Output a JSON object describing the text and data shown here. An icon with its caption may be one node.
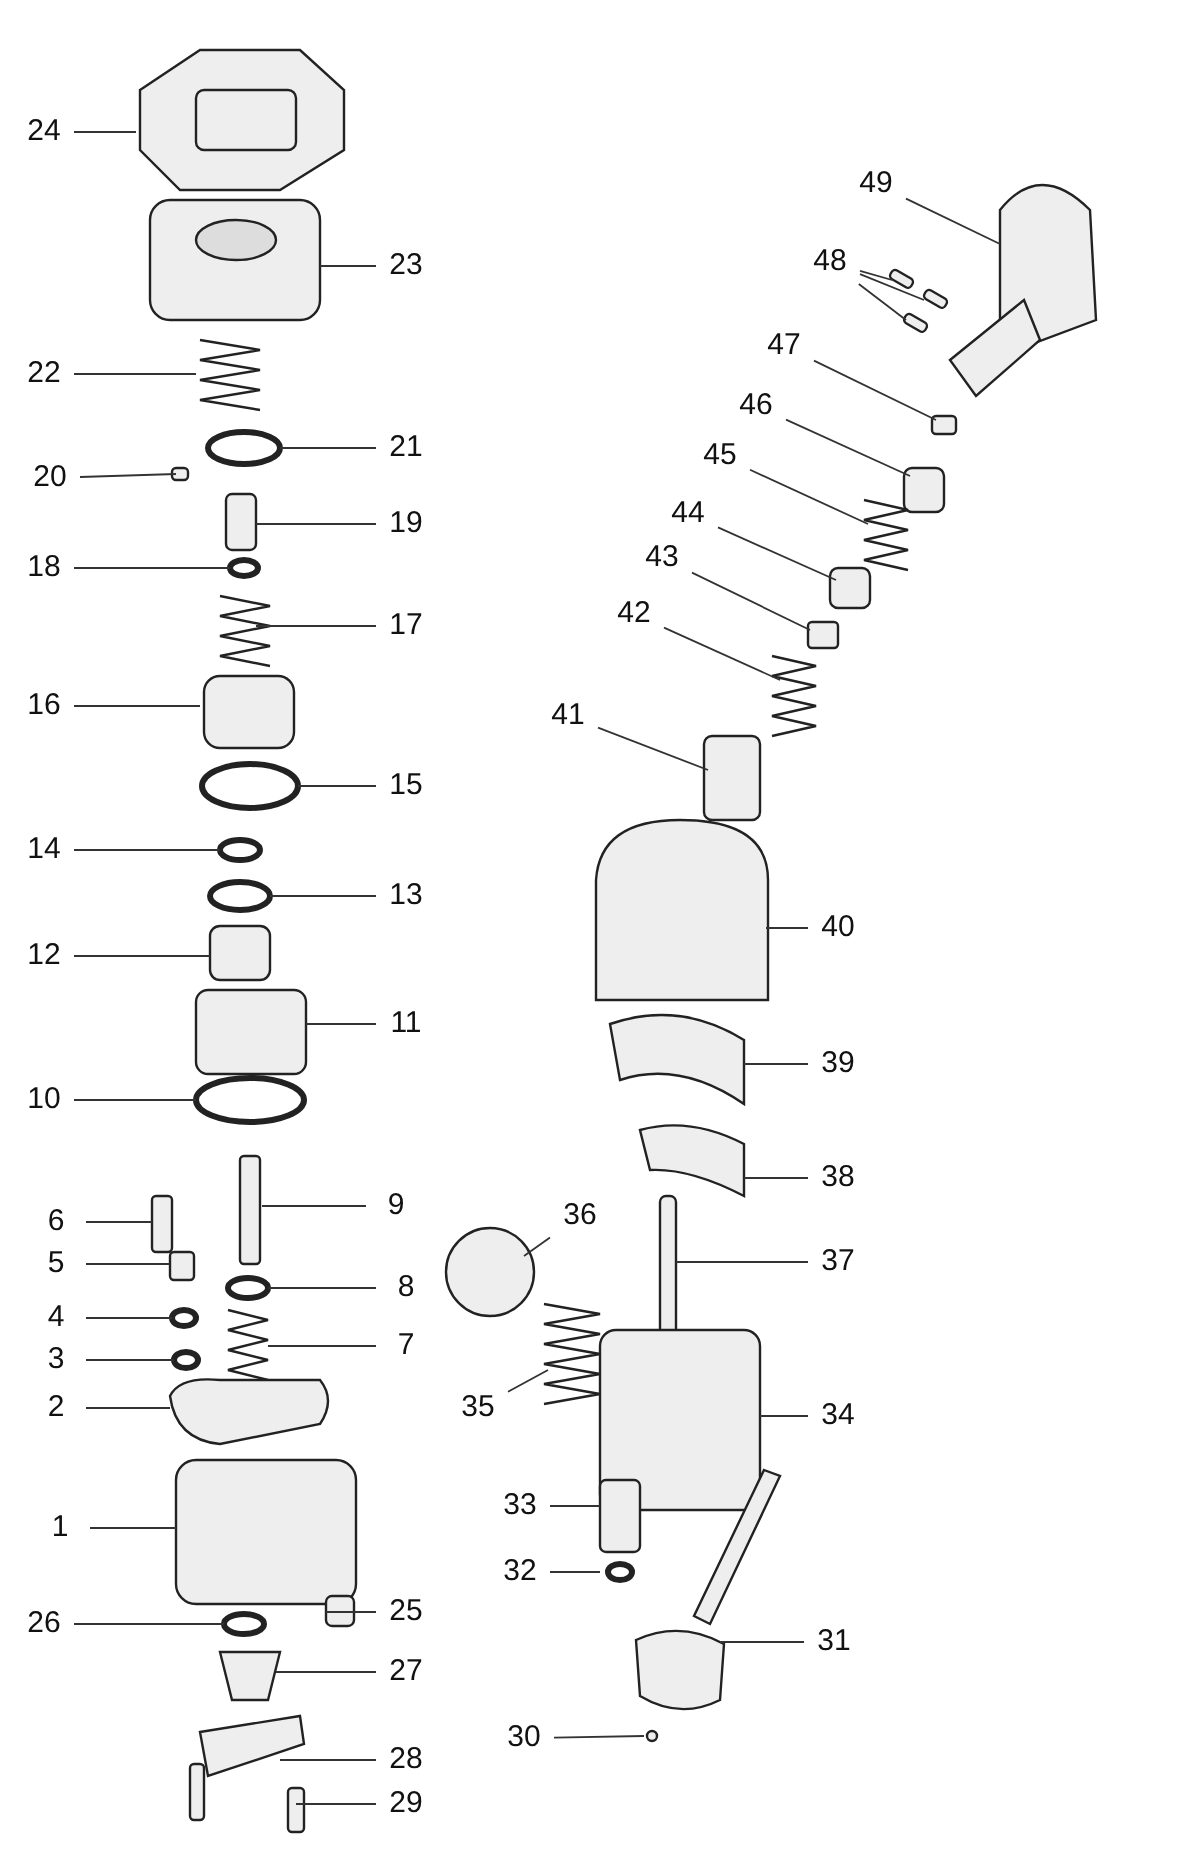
{
  "diagram": {
    "nodes": [
      {
        "text": [
          "1"
        ]
      },
      {
        "text": [
          "2"
        ]
      },
      {
        "text": [
          "3"
        ]
      },
      {
        "text": [
          "4"
        ]
      },
      {
        "text": [
          "5"
        ]
      },
      {
        "text": [
          "6"
        ]
      },
      {
        "text": [
          "7"
        ]
      },
      {
        "text": [
          "8"
        ]
      },
      {
        "text": [
          "9"
        ]
      },
      {
        "text": [
          "10"
        ]
      },
      {
        "text": [
          "11"
        ]
      },
      {
        "text": [
          "12"
        ]
      },
      {
        "text": [
          "13"
        ]
      },
      {
        "text": [
          "14"
        ]
      },
      {
        "text": [
          "15"
        ]
      },
      {
        "text": [
          "16"
        ]
      },
      {
        "text": [
          "17"
        ]
      },
      {
        "text": [
          "18"
        ]
      },
      {
        "text": [
          "19"
        ]
      },
      {
        "text": [
          "20"
        ]
      },
      {
        "text": [
          "21"
        ]
      },
      {
        "text": [
          "22"
        ]
      },
      {
        "text": [
          "23"
        ]
      },
      {
        "text": [
          "24"
        ]
      },
      {
        "text": [
          "25"
        ]
      },
      {
        "text": [
          "26"
        ]
      },
      {
        "text": [
          "27"
        ]
      },
      {
        "text": [
          "28"
        ]
      },
      {
        "text": [
          "29"
        ]
      },
      {
        "text": [
          "30"
        ]
      },
      {
        "text": [
          "31"
        ]
      },
      {
        "text": [
          "32"
        ]
      },
      {
        "text": [
          "33"
        ]
      },
      {
        "text": [
          "34"
        ]
      },
      {
        "text": [
          "35"
        ]
      },
      {
        "text": [
          "36"
        ]
      },
      {
        "text": [
          "37"
        ]
      },
      {
        "text": [
          "38"
        ]
      },
      {
        "text": [
          "39"
        ]
      },
      {
        "text": [
          "40"
        ]
      },
      {
        "text": [
          "41"
        ]
      },
      {
        "text": [
          "42"
        ]
      },
      {
        "text": [
          "43"
        ]
      },
      {
        "text": [
          "44"
        ]
      },
      {
        "text": [
          "45"
        ]
      },
      {
        "text": [
          "46"
        ]
      },
      {
        "text": [
          "47"
        ]
      },
      {
        "text": [
          "48"
        ]
      },
      {
        "text": [
          "49"
        ]
      }
    ],
    "edges": [
      {
        "from": 0,
        "to": null,
        "arrow": "none"
      },
      {
        "from": 1,
        "to": null,
        "arrow": "none"
      },
      {
        "from": 2,
        "to": null,
        "arrow": "none"
      },
      {
        "from": 3,
        "to": null,
        "arrow": "none"
      },
      {
        "from": 4,
        "to": null,
        "arrow": "none"
      },
      {
        "from": 5,
        "to": null,
        "arrow": "none"
      },
      {
        "from": 6,
        "to": null,
        "arrow": "none"
      },
      {
        "from": 7,
        "to": null,
        "arrow": "none"
      },
      {
        "from": 8,
        "to": null,
        "arrow": "none"
      },
      {
        "from": 9,
        "to": null,
        "arrow": "none"
      },
      {
        "from": 10,
        "to": null,
        "arrow": "none"
      },
      {
        "from": 11,
        "to": null,
        "arrow": "none"
      },
      {
        "from": 12,
        "to": null,
        "arrow": "none"
      },
      {
        "from": 13,
        "to": null,
        "arrow": "none"
      },
      {
        "from": 14,
        "to": null,
        "arrow": "none"
      },
      {
        "from": 15,
        "to": null,
        "arrow": "none"
      },
      {
        "from": 16,
        "to": null,
        "arrow": "none"
      },
      {
        "from": 17,
        "to": null,
        "arrow": "none"
      },
      {
        "from": 18,
        "to": null,
        "arrow": "none"
      },
      {
        "from": 19,
        "to": null,
        "arrow": "none"
      },
      {
        "from": 20,
        "to": null,
        "arrow": "none"
      },
      {
        "from": 21,
        "to": null,
        "arrow": "none"
      },
      {
        "from": 22,
        "to": null,
        "arrow": "none"
      },
      {
        "from": 23,
        "to": null,
        "arrow": "none"
      },
      {
        "from": 24,
        "to": null,
        "arrow": "none"
      },
      {
        "from": 25,
        "to": null,
        "arrow": "none"
      },
      {
        "from": 26,
        "to": null,
        "arrow": "none"
      },
      {
        "from": 27,
        "to": null,
        "arrow": "none"
      },
      {
        "from": 28,
        "to": null,
        "arrow": "none"
      },
      {
        "from": 29,
        "to": null,
        "arrow": "none"
      },
      {
        "from": 30,
        "to": null,
        "arrow": "none"
      },
      {
        "from": 31,
        "to": null,
        "arrow": "none"
      },
      {
        "from": 32,
        "to": null,
        "arrow": "none"
      },
      {
        "from": 33,
        "to": null,
        "arrow": "none"
      },
      {
        "from": 34,
        "to": null,
        "arrow": "none"
      },
      {
        "from": 35,
        "to": null,
        "arrow": "none"
      },
      {
        "from": 36,
        "to": null,
        "arrow": "none"
      },
      {
        "from": 37,
        "to": null,
        "arrow": "none"
      },
      {
        "from": 38,
        "to": null,
        "arrow": "none"
      },
      {
        "from": 39,
        "to": null,
        "arrow": "none"
      },
      {
        "from": 40,
        "to": null,
        "arrow": "none"
      },
      {
        "from": 41,
        "to": null,
        "arrow": "none"
      },
      {
        "from": 42,
        "to": null,
        "arrow": "none"
      },
      {
        "from": 43,
        "to": null,
        "arrow": "none"
      },
      {
        "from": 44,
        "to": null,
        "arrow": "none"
      },
      {
        "from": 45,
        "to": null,
        "arrow": "none"
      },
      {
        "from": 46,
        "to": null,
        "arrow": "none"
      },
      {
        "from": 47,
        "to": null,
        "arrow": "none"
      },
      {
        "from": 47,
        "to": null,
        "arrow": "none"
      },
      {
        "from": 47,
        "to": null,
        "arrow": "none"
      },
      {
        "from": 48,
        "to": null,
        "arrow": "none"
      }
    ]
  }
}
